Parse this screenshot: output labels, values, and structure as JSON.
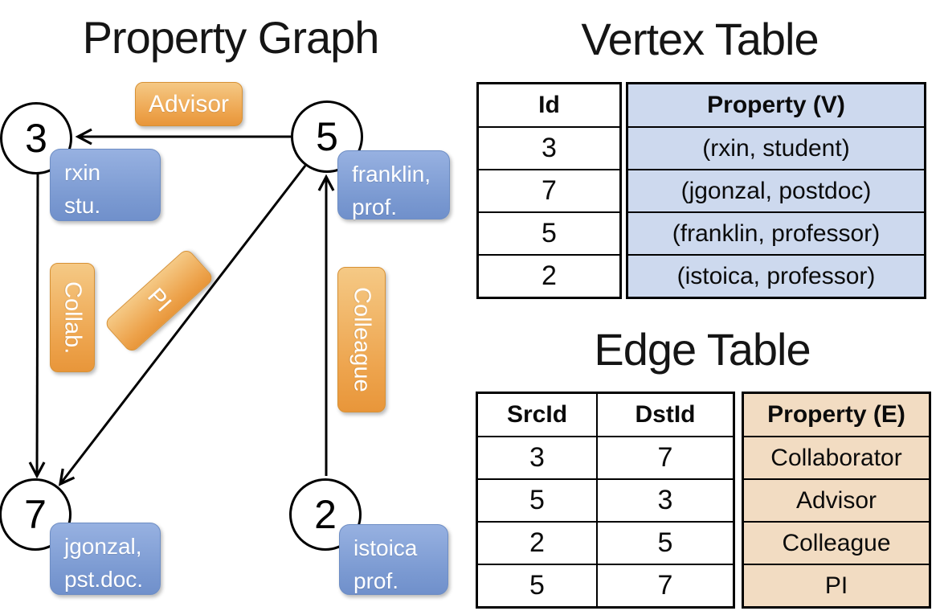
{
  "graph": {
    "title": "Property Graph",
    "nodes": [
      {
        "id": "3",
        "line1": "rxin",
        "line2": "stu."
      },
      {
        "id": "5",
        "line1": "franklin,",
        "line2": "prof."
      },
      {
        "id": "7",
        "line1": "jgonzal,",
        "line2": "pst.doc."
      },
      {
        "id": "2",
        "line1": "istoica",
        "line2": "prof."
      }
    ],
    "edge_labels": {
      "advisor": "Advisor",
      "collab": "Collab.",
      "pi": "PI",
      "colleague": "Colleague"
    }
  },
  "vertex_table": {
    "title": "Vertex Table",
    "headers": {
      "id": "Id",
      "property": "Property (V)"
    },
    "rows": [
      {
        "id": "3",
        "property": "(rxin, student)"
      },
      {
        "id": "7",
        "property": "(jgonzal, postdoc)"
      },
      {
        "id": "5",
        "property": "(franklin, professor)"
      },
      {
        "id": "2",
        "property": "(istoica, professor)"
      }
    ]
  },
  "edge_table": {
    "title": "Edge Table",
    "headers": {
      "src": "SrcId",
      "dst": "DstId",
      "property": "Property (E)"
    },
    "rows": [
      {
        "src": "3",
        "dst": "7",
        "property": "Collaborator"
      },
      {
        "src": "5",
        "dst": "3",
        "property": "Advisor"
      },
      {
        "src": "2",
        "dst": "5",
        "property": "Colleague"
      },
      {
        "src": "5",
        "dst": "7",
        "property": "PI"
      }
    ]
  },
  "colors": {
    "node_box_blue": "#7a99d1",
    "edge_box_orange": "#eda34c",
    "vertex_property_fill": "#cdd9ee",
    "edge_property_fill": "#f2dcc2",
    "stroke": "#000000"
  }
}
